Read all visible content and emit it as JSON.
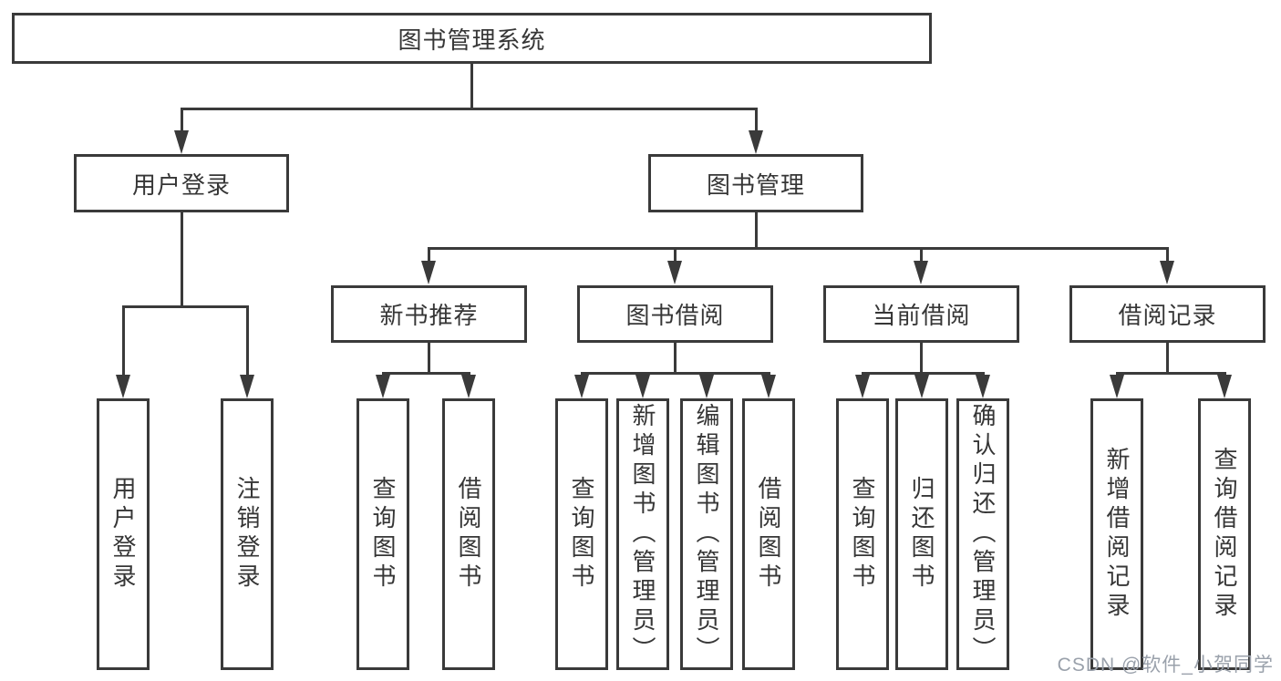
{
  "diagram_title": "图书管理系统",
  "colors": {
    "line": "#3a3a3a",
    "box_border": "#3a3a3a",
    "box_fill": "#ffffff",
    "text": "#363636",
    "watermark": "#9aa1ab"
  },
  "tree": {
    "label": "图书管理系统",
    "children": [
      {
        "label": "用户登录",
        "children": [
          {
            "label": "用户登录"
          },
          {
            "label": "注销登录"
          }
        ]
      },
      {
        "label": "图书管理",
        "children": [
          {
            "label": "新书推荐",
            "children": [
              {
                "label": "查询图书"
              },
              {
                "label": "借阅图书"
              }
            ]
          },
          {
            "label": "图书借阅",
            "children": [
              {
                "label": "查询图书"
              },
              {
                "label": "新增图书（管理员）"
              },
              {
                "label": "编辑图书（管理员）"
              },
              {
                "label": "借阅图书"
              }
            ]
          },
          {
            "label": "当前借阅",
            "children": [
              {
                "label": "查询图书"
              },
              {
                "label": "归还图书"
              },
              {
                "label": "确认归还（管理员）"
              }
            ]
          },
          {
            "label": "借阅记录",
            "children": [
              {
                "label": "新增借阅记录"
              },
              {
                "label": "查询借阅记录"
              }
            ]
          }
        ]
      }
    ]
  },
  "watermark": {
    "text": "CSDN @软件_小贺同学"
  }
}
